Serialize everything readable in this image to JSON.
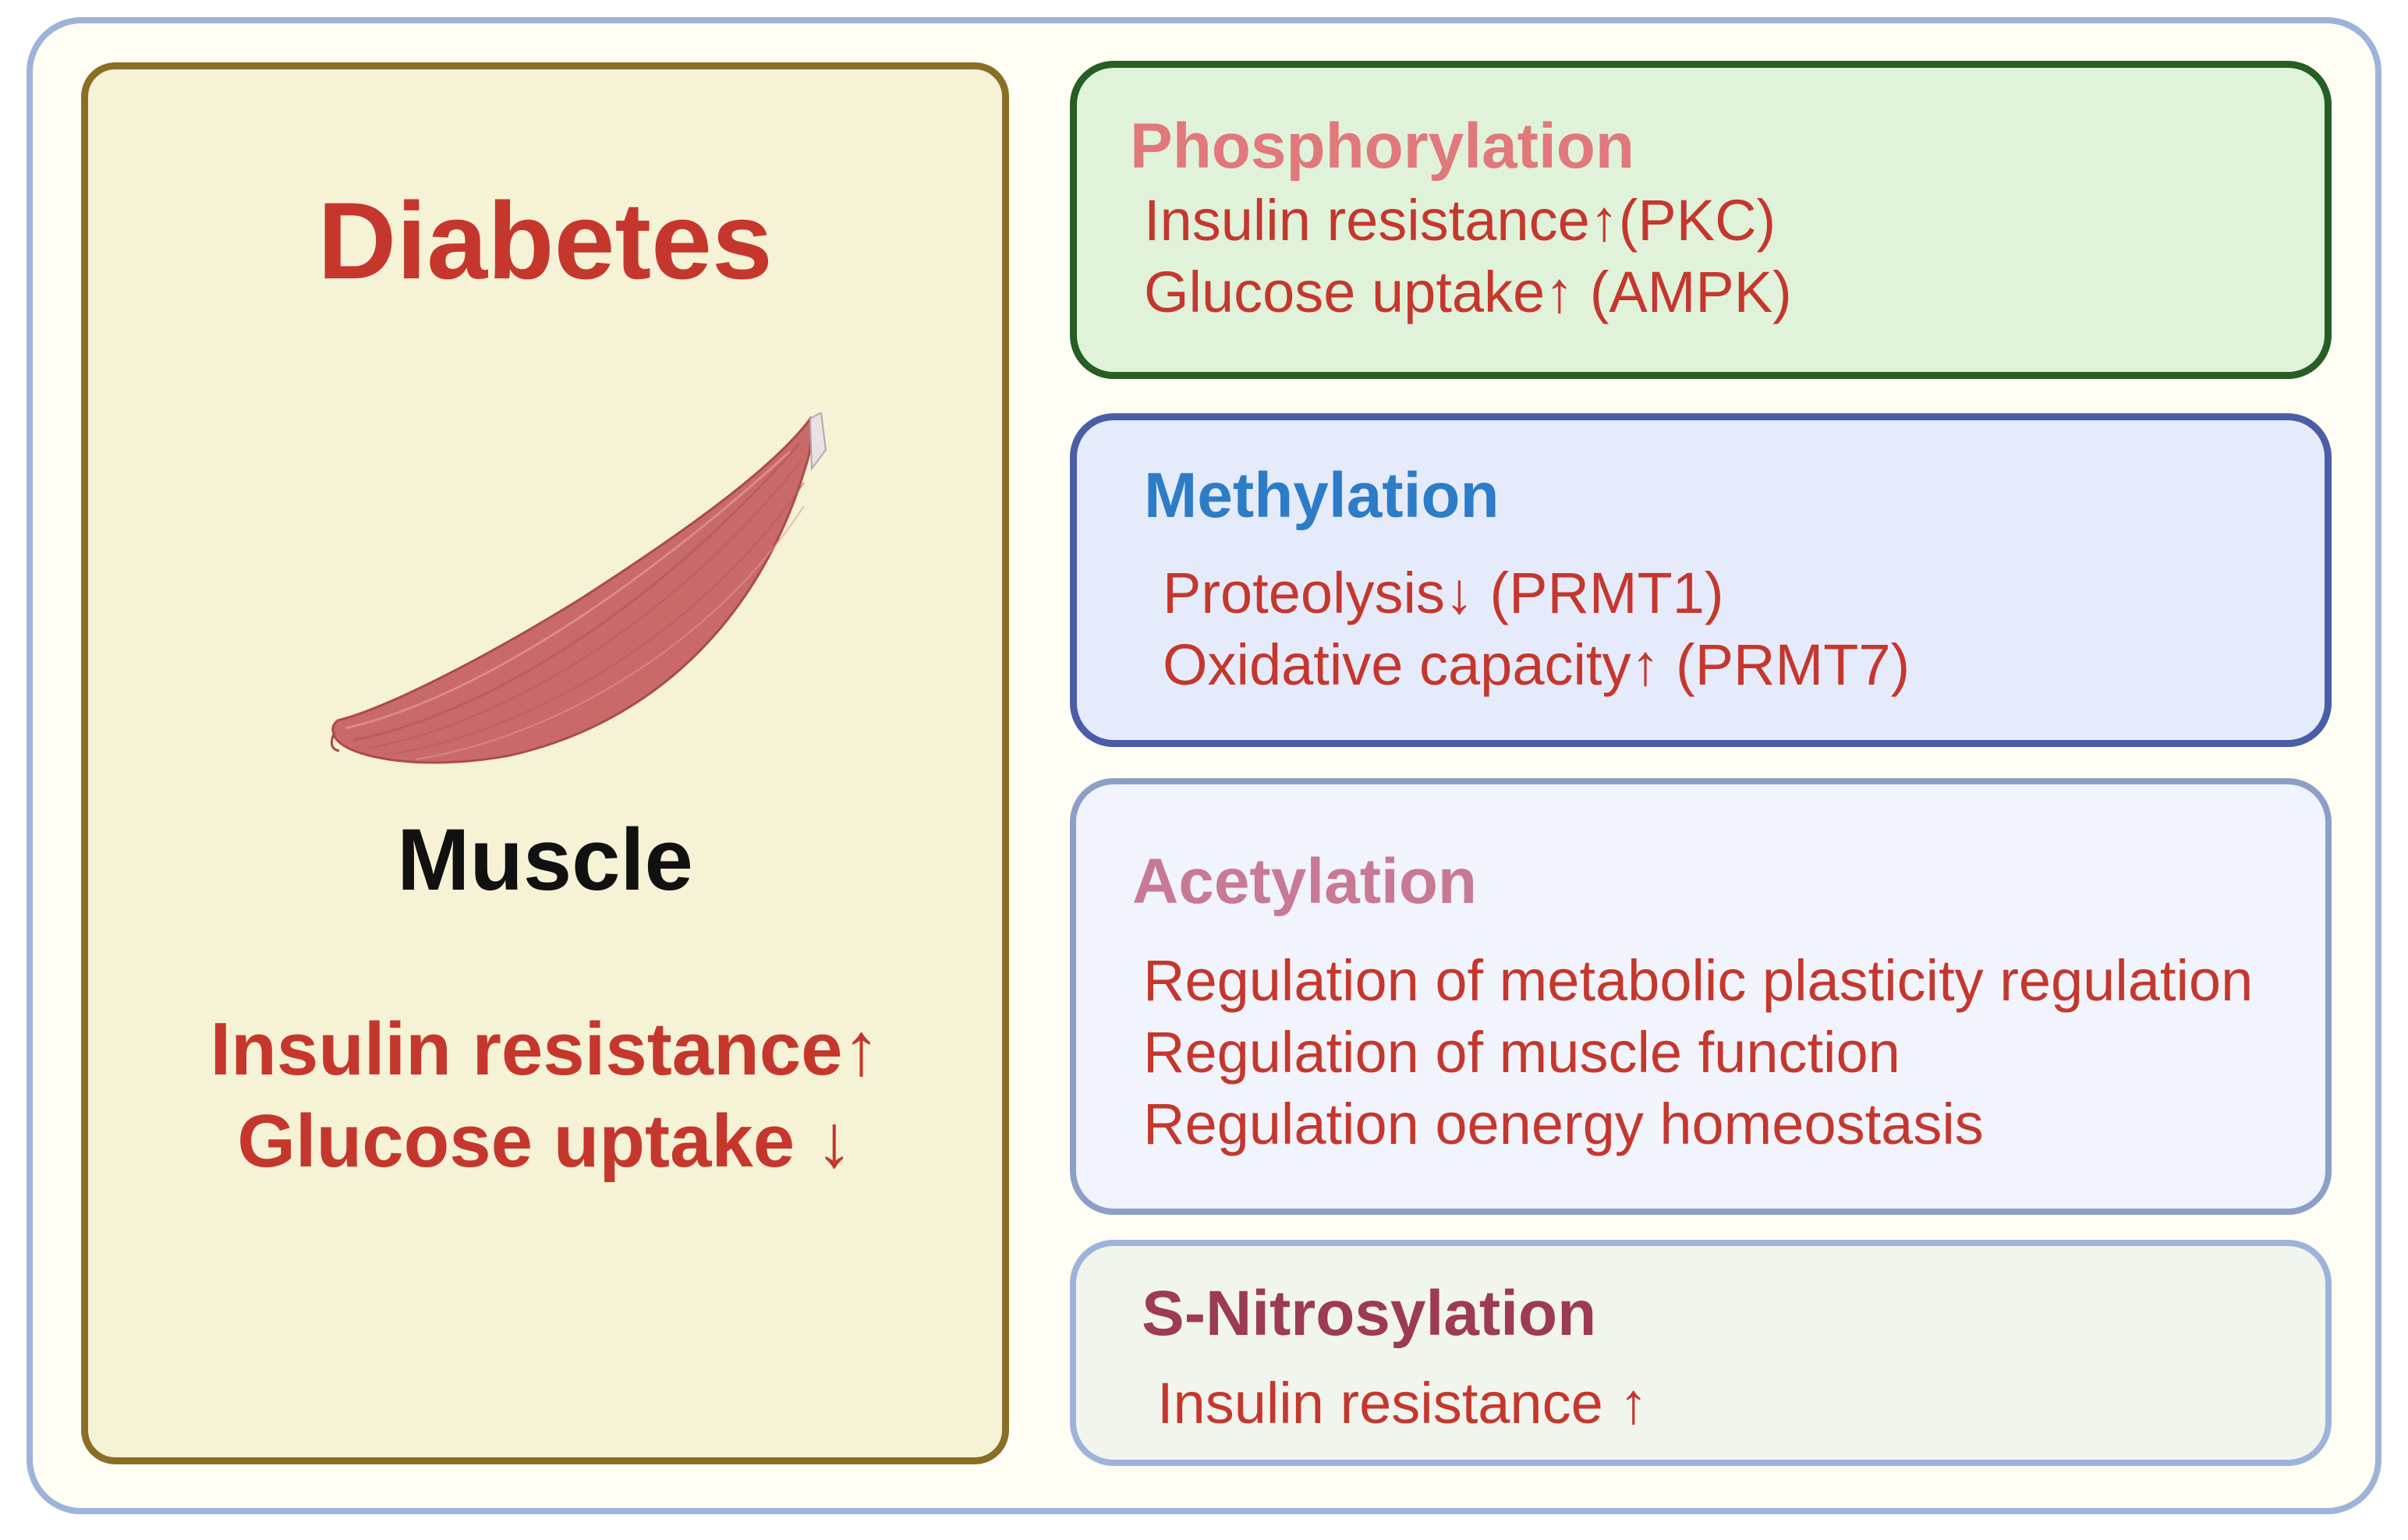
{
  "diagram": {
    "left_panel": {
      "title": "Diabetes",
      "image_label": "Muscle",
      "effects": [
        "Insulin resistance↑",
        "Glucose uptake ↓"
      ],
      "image_icon": "muscle-illustration"
    },
    "modifications": [
      {
        "title": "Phosphorylation",
        "title_color": "#e0787c",
        "lines": [
          "Insulin resistance↑(PKC)",
          "Glucose uptake↑ (AMPK)"
        ]
      },
      {
        "title": "Methylation",
        "title_color": "#2d7cc8",
        "lines": [
          "Proteolysis↓ (PRMT1)",
          "Oxidative capacity↑ (PRMT7)"
        ]
      },
      {
        "title": "Acetylation",
        "title_color": "#c87a95",
        "lines": [
          "Regulation of metabolic plasticity regulation",
          "Regulation of muscle function",
          "Regulation oenergy homeostasis"
        ]
      },
      {
        "title": "S-Nitrosylation",
        "title_color": "#9c3b52",
        "lines": [
          "Insulin resistance ↑"
        ]
      }
    ],
    "colors": {
      "accent_red": "#c5372d",
      "outer_border": "#9eb3d9",
      "left_panel_border": "#8b6d26",
      "left_panel_fill": "#f5f2d6"
    }
  }
}
